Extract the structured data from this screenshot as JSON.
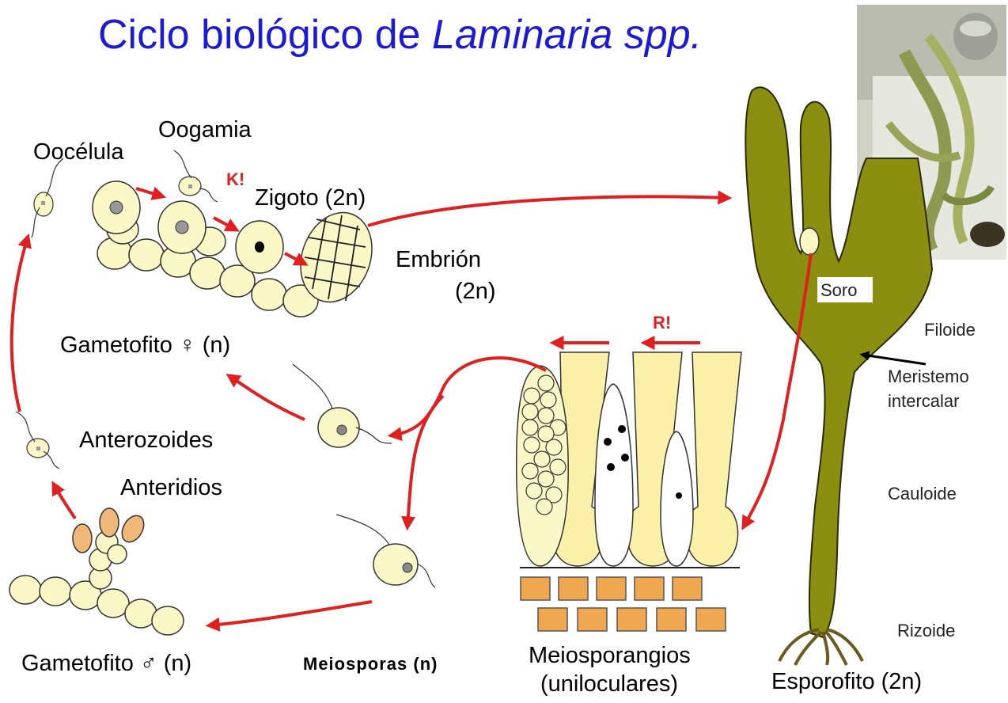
{
  "title": {
    "main": "Ciclo biológico de ",
    "species": "Laminaria spp."
  },
  "labels": {
    "oocelula": "Oocélula",
    "oogamia": "Oogamia",
    "k": "K!",
    "zigoto": "Zigoto (2n)",
    "embrion": "Embrión",
    "embrion_ploidy": "(2n)",
    "gametofito_f": "Gametofito ♀ (n)",
    "anterozoides": "Anterozoides",
    "anteridios": "Anteridios",
    "gametofito_m": "Gametofito ♂ (n)",
    "meiosporas": "Meiosporas (n)",
    "meiosporangios": "Meiosporangios",
    "uniloculares": "(uniloculares)",
    "r": "R!",
    "soro": "Soro",
    "filoide": "Filoide",
    "meristemo": "Meristemo",
    "intercalar": "intercalar",
    "cauloide": "Cauloide",
    "rizoide": "Rizoide",
    "esporofito": "Esporofito (2n)"
  },
  "colors": {
    "title": "#1a1ad8",
    "arrow": "#e02020",
    "cell_fill": "#fbf8c8",
    "paraphysis_fill": "#fbf0a8",
    "antheridium_fill": "#f0b878",
    "basal_cell_fill": "#f0a850",
    "sporophyte_fill": "#8a8f10",
    "nucleus": "#999999"
  }
}
